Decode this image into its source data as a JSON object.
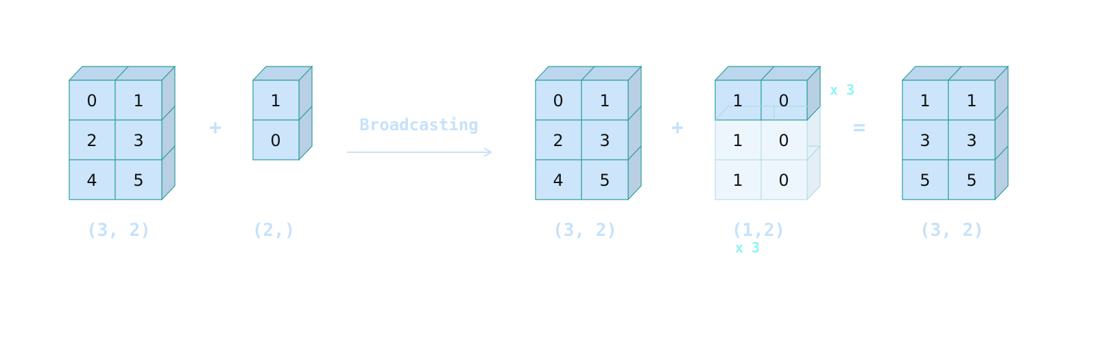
{
  "blocks": {
    "a": {
      "shape": "(3, 2)",
      "values": [
        [
          "0",
          "1"
        ],
        [
          "2",
          "3"
        ],
        [
          "4",
          "5"
        ]
      ]
    },
    "b": {
      "shape": "(2,)",
      "values": [
        [
          "1"
        ],
        [
          "0"
        ]
      ]
    },
    "a2": {
      "shape": "(3, 2)",
      "values": [
        [
          "0",
          "1"
        ],
        [
          "2",
          "3"
        ],
        [
          "4",
          "5"
        ]
      ]
    },
    "b2": {
      "shape": "(1,2)",
      "values": [
        [
          "1",
          "0"
        ],
        [
          "1",
          "0"
        ],
        [
          "1",
          "0"
        ]
      ],
      "repeat_right": "x 3",
      "repeat_below": "x 3"
    },
    "result": {
      "shape": "(3, 2)",
      "values": [
        [
          "1",
          "1"
        ],
        [
          "3",
          "3"
        ],
        [
          "5",
          "5"
        ]
      ]
    }
  },
  "operators": {
    "plus1": "+",
    "plus2": "+",
    "equals": "="
  },
  "arrow": {
    "label": "Broadcasting"
  },
  "colors": {
    "cell_fill": "#cce5fb",
    "cell_stroke": "#2a9d9d",
    "label": "#c6e2fa",
    "repeat": "#8ff3f3"
  }
}
